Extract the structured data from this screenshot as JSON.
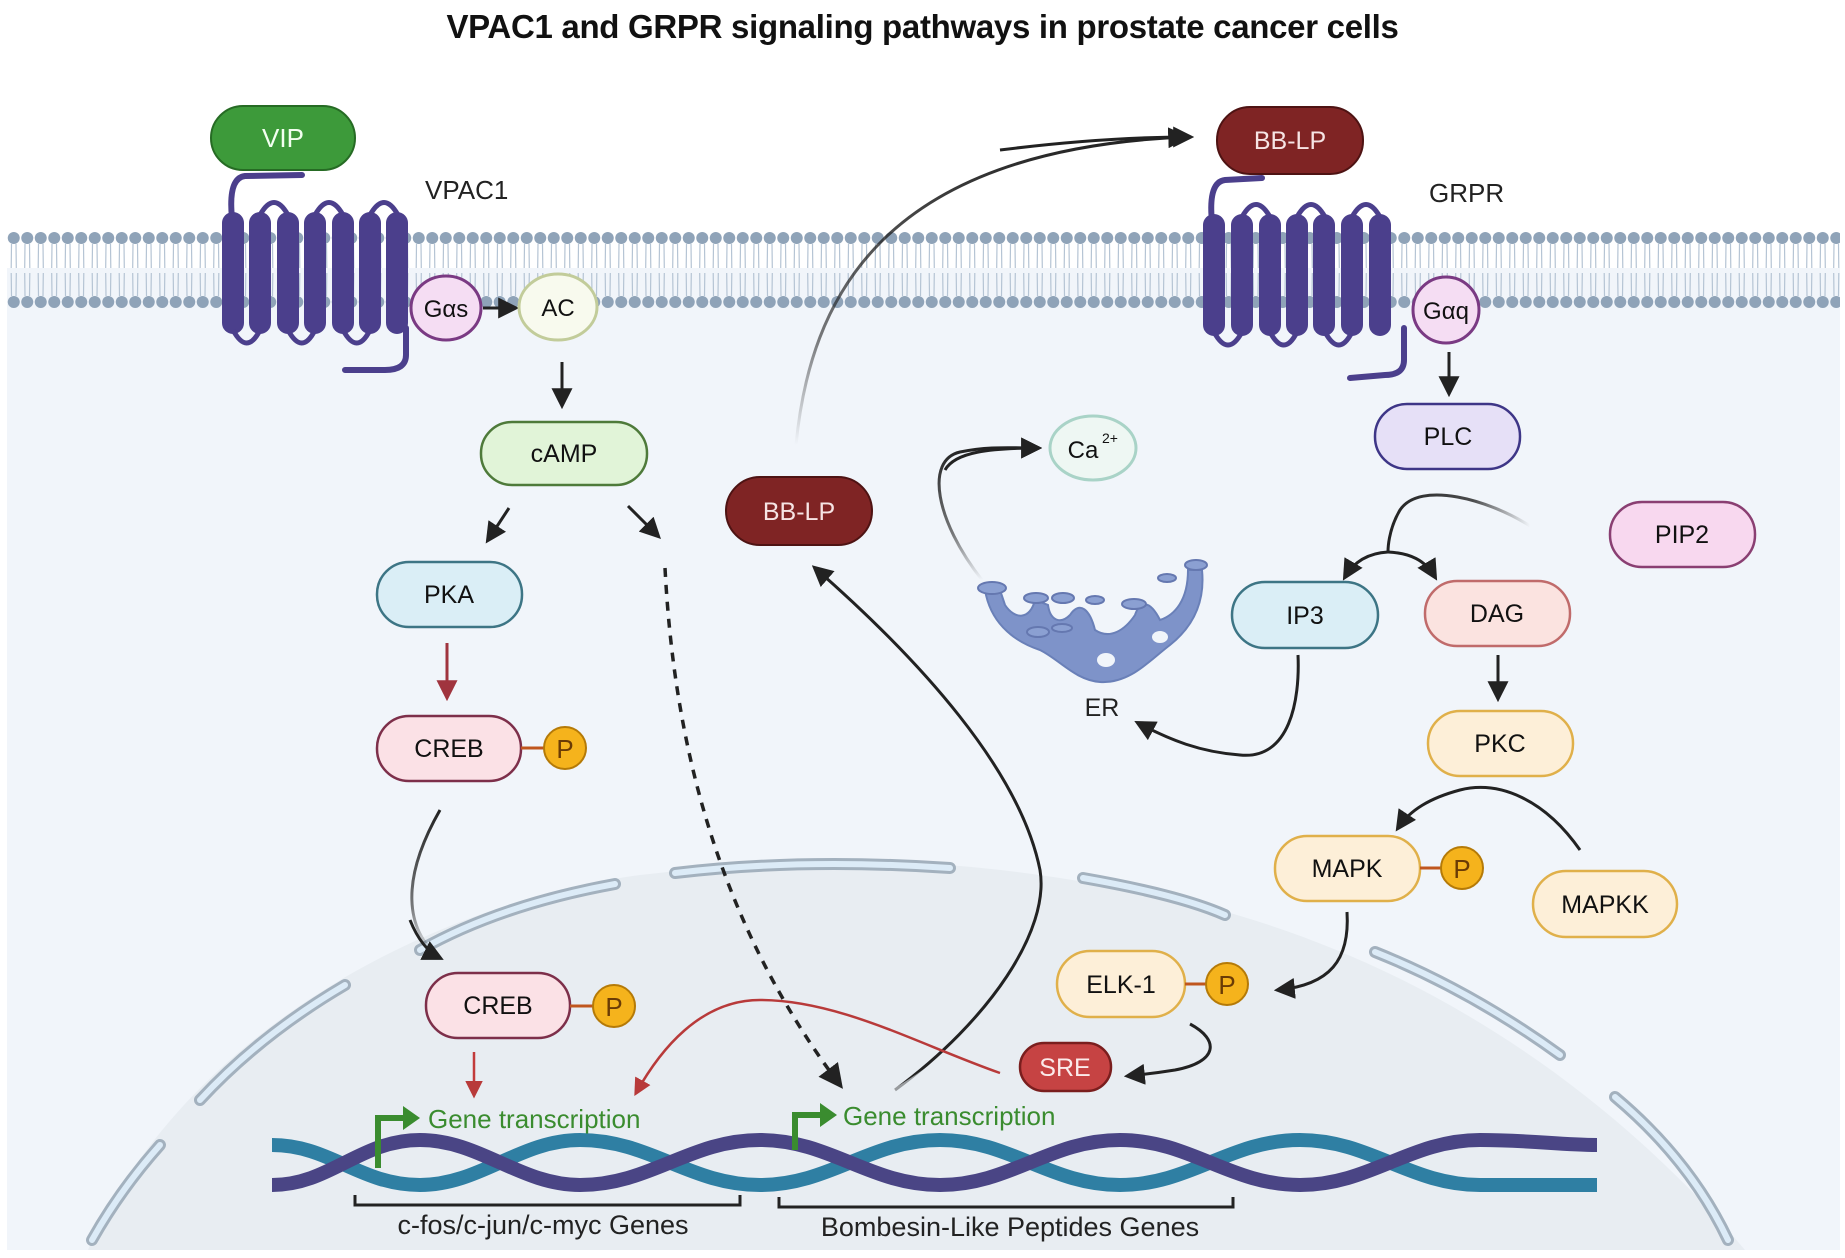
{
  "title": "VPAC1 and GRPR signaling pathways in prostate cancer cells",
  "colors": {
    "receptor": "#4b3f8c",
    "membrane_head": "#8fa3b8",
    "cytoplasm": "#f1f5fa",
    "nucleus": "#e8edf2",
    "ligand_vip": "#3d9a3a",
    "ligand_bblp": "#7f2424",
    "sre": "#c64343",
    "phospho": "#f5b31c",
    "gene_green": "#3a8c2f",
    "dna_strand_a": "#2f7fa3",
    "dna_strand_b": "#4a4585",
    "red_arrow": "#b83a3a"
  },
  "receptors": {
    "vpac1": "VPAC1",
    "grpr": "GRPR"
  },
  "nodes": {
    "vip": "VIP",
    "bblp_extracellular": "BB-LP",
    "bblp_cytoplasm": "BB-LP",
    "gas": "Gαs",
    "ac": "AC",
    "camp": "cAMP",
    "pka": "PKA",
    "creb_cyto": "CREB",
    "creb_nuclear": "CREB",
    "gaq": "Gαq",
    "plc": "PLC",
    "pip2": "PIP2",
    "ip3": "IP3",
    "dag": "DAG",
    "pkc": "PKC",
    "ca": "Ca",
    "ca_charge": "2+",
    "er": "ER",
    "mapk": "MAPK",
    "mapkk": "MAPKK",
    "elk1": "ELK-1",
    "sre": "SRE",
    "phospho": "P"
  },
  "genes": {
    "transcription_1": "Gene transcription",
    "transcription_2": "Gene transcription",
    "group_1": "c-fos/c-jun/c-myc Genes",
    "group_2": "Bombesin-Like Peptides Genes"
  }
}
